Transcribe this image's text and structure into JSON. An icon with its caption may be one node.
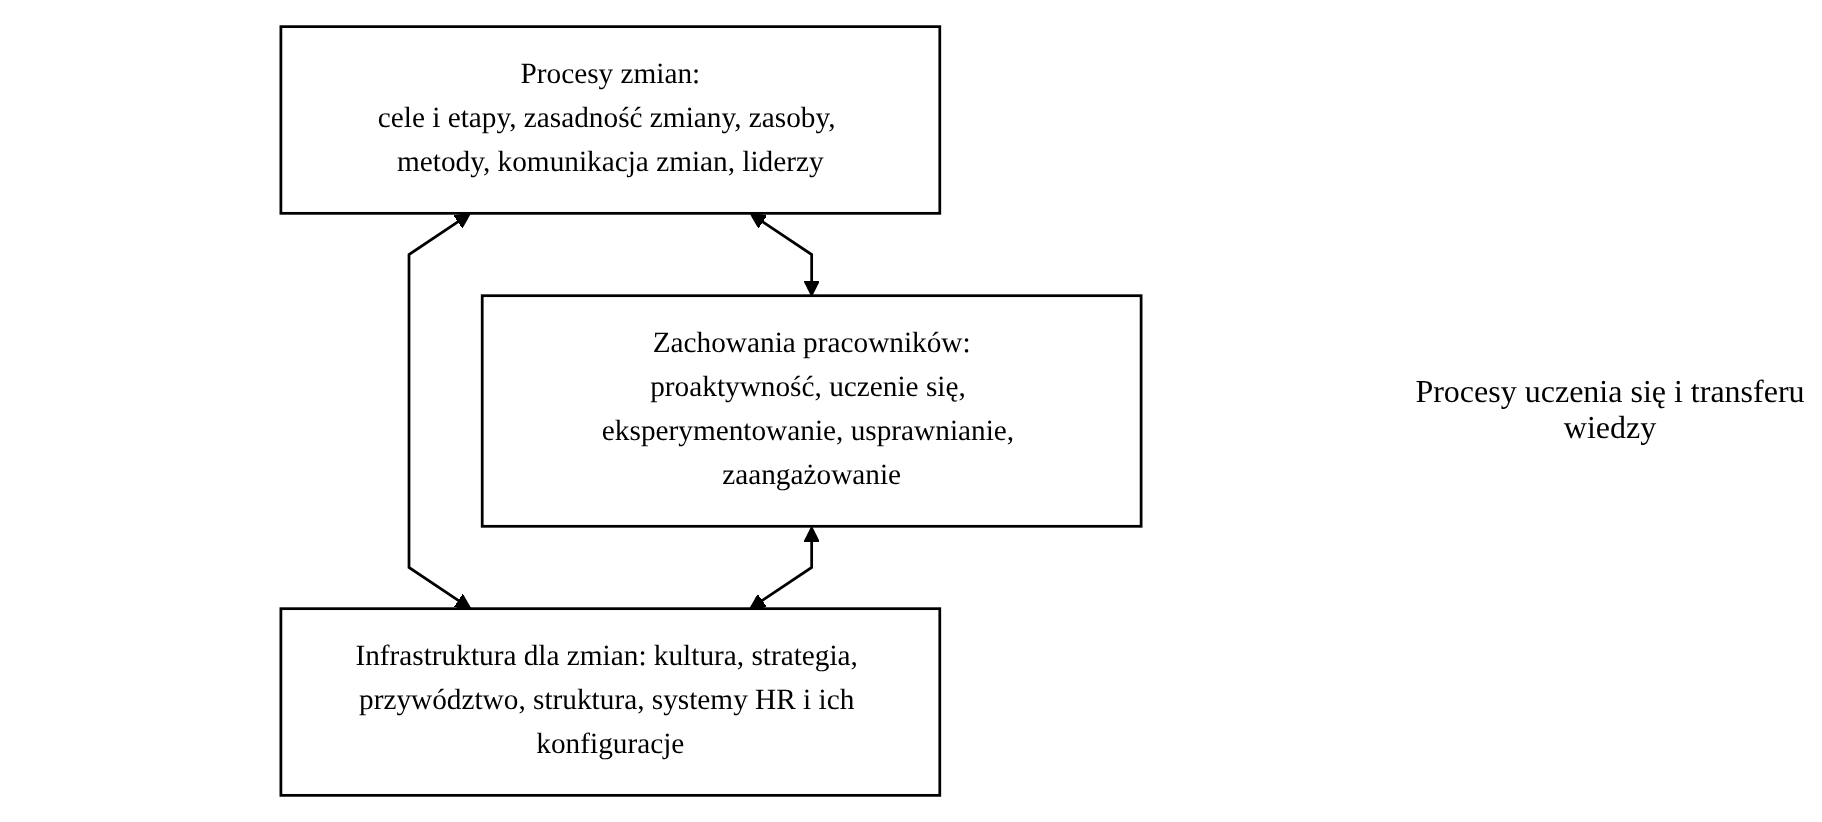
{
  "diagram": {
    "nodes": [
      {
        "text": [
          "Procesy zmian:",
          "cele i etapy, zasadność zmiany, zasoby, metody, komunikacja zmian, liderzy"
        ]
      },
      {
        "text": [
          "Zachowania pracowników:",
          "proaktywność, uczenie się, eksperymentowanie, usprawnianie, zaangażowanie"
        ]
      },
      {
        "text": [
          "Infrastruktura dla zmian: kultura, strategia, przywództwo, struktura, systemy HR i ich konfiguracje"
        ]
      }
    ],
    "edges": [
      {
        "from": 0,
        "to": 1,
        "arrow": "both"
      },
      {
        "from": 0,
        "to": 2,
        "arrow": "both"
      },
      {
        "from": 1,
        "to": 2,
        "arrow": "both"
      }
    ],
    "labels": [
      "Procesy uczenia się i transferu wiedzy"
    ]
  }
}
